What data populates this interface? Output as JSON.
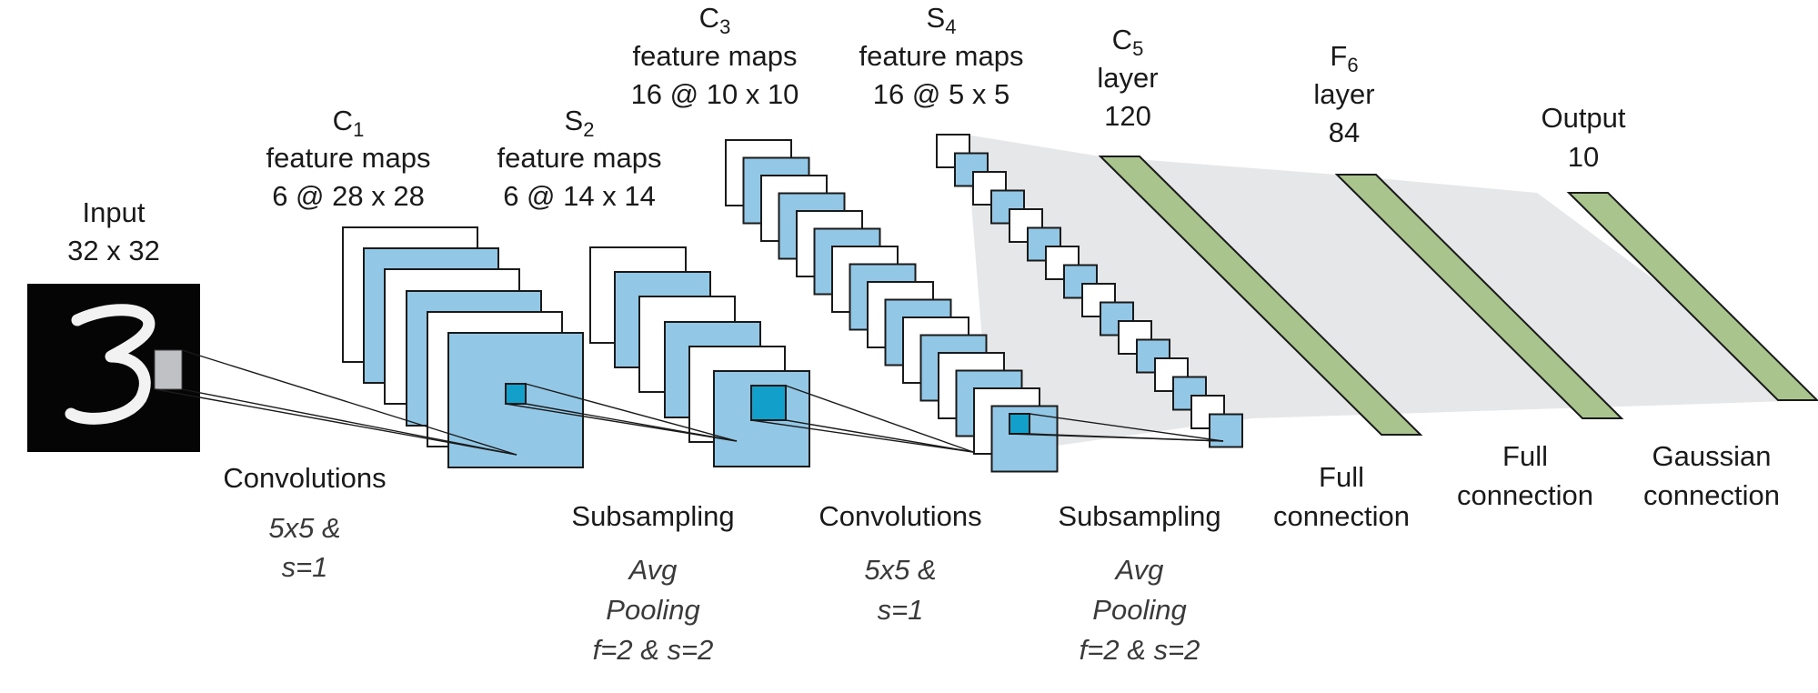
{
  "colors": {
    "background": "#ffffff",
    "map_blue": "#92c8e6",
    "map_white": "#ffffff",
    "map_stroke": "#1a1a1a",
    "kernel_dark": "#12a0cb",
    "input_patch": "#bfc1c4",
    "fc_band": "#e6e7e8",
    "fc_green": "#a9c48c",
    "fc_green_stroke": "#1a1a1a",
    "input_bg": "#050505",
    "digit": "#f2f2f2"
  },
  "icons": {
    "input_image": "handwritten-digit-3"
  },
  "layers": {
    "input": {
      "title": "Input",
      "size": "32 x 32"
    },
    "c1": {
      "title_main": "C",
      "title_sub": "1",
      "line2": "feature maps",
      "line3": "6 @ 28 x 28"
    },
    "s2": {
      "title_main": "S",
      "title_sub": "2",
      "line2": "feature maps",
      "line3": "6 @ 14 x 14"
    },
    "c3": {
      "title_main": "C",
      "title_sub": "3",
      "line2": "feature maps",
      "line3": "16 @ 10 x 10"
    },
    "s4": {
      "title_main": "S",
      "title_sub": "4",
      "line2": "feature maps",
      "line3": "16 @ 5 x 5"
    },
    "c5": {
      "title_main": "C",
      "title_sub": "5",
      "line2": "layer",
      "line3": "120"
    },
    "f6": {
      "title_main": "F",
      "title_sub": "6",
      "line2": "layer",
      "line3": "84"
    },
    "output": {
      "title": "Output",
      "size": "10"
    }
  },
  "operations": {
    "conv1": {
      "name": "Convolutions",
      "detail": [
        "5x5 &",
        "s=1"
      ]
    },
    "pool1": {
      "name": "Subsampling",
      "detail": [
        "Avg",
        "Pooling",
        "f=2 & s=2"
      ]
    },
    "conv2": {
      "name": "Convolutions",
      "detail": [
        "5x5 &",
        "s=1"
      ]
    },
    "pool2": {
      "name": "Subsampling",
      "detail": [
        "Avg",
        "Pooling",
        "f=2 & s=2"
      ]
    },
    "fc1": {
      "lines": [
        "Full",
        "connection"
      ]
    },
    "fc2": {
      "lines": [
        "Full",
        "connection"
      ]
    },
    "gauss": {
      "lines": [
        "Gaussian",
        "connection"
      ]
    }
  }
}
